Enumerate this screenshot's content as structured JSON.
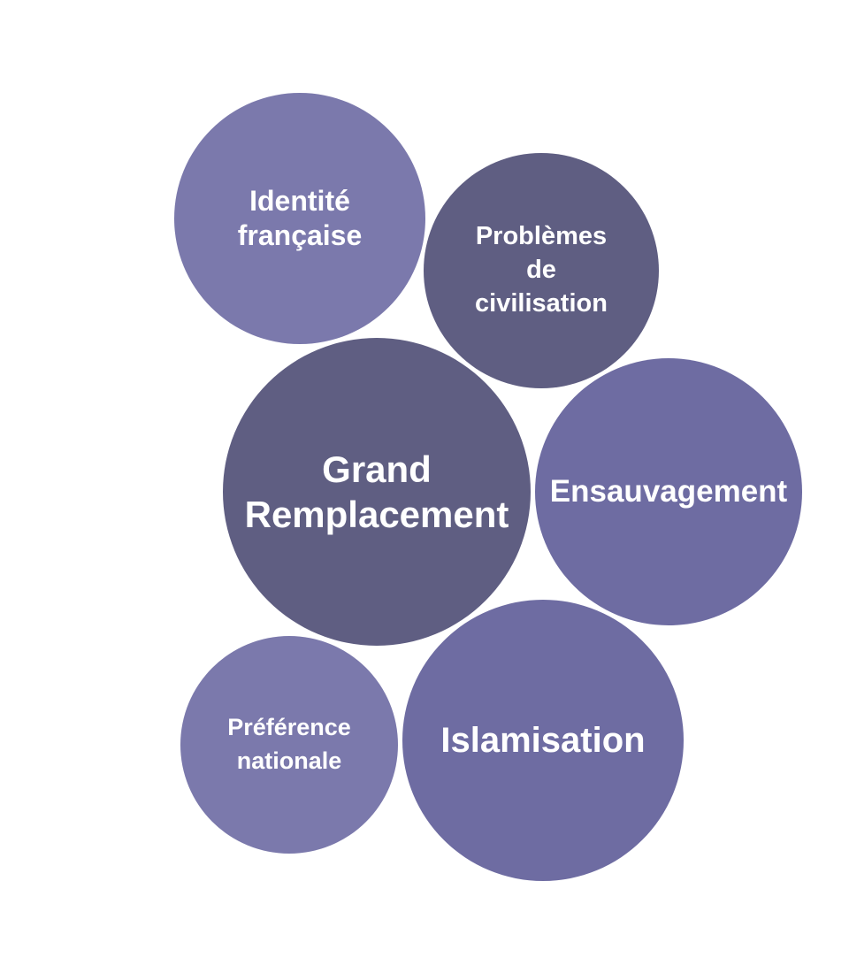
{
  "bubbles": [
    {
      "label": "Identité\nfrançaise",
      "color": "#7B79AC"
    },
    {
      "label": "Problèmes\nde\ncivilisation",
      "color": "#5F5E82"
    },
    {
      "label": "Grand\nRemplacement",
      "color": "#5F5E82"
    },
    {
      "label": "Ensauvagement",
      "color": "#6E6CA2"
    },
    {
      "label": "Préférence\nnationale",
      "color": "#7B79AC"
    },
    {
      "label": "Islamisation",
      "color": "#6E6CA2"
    }
  ]
}
